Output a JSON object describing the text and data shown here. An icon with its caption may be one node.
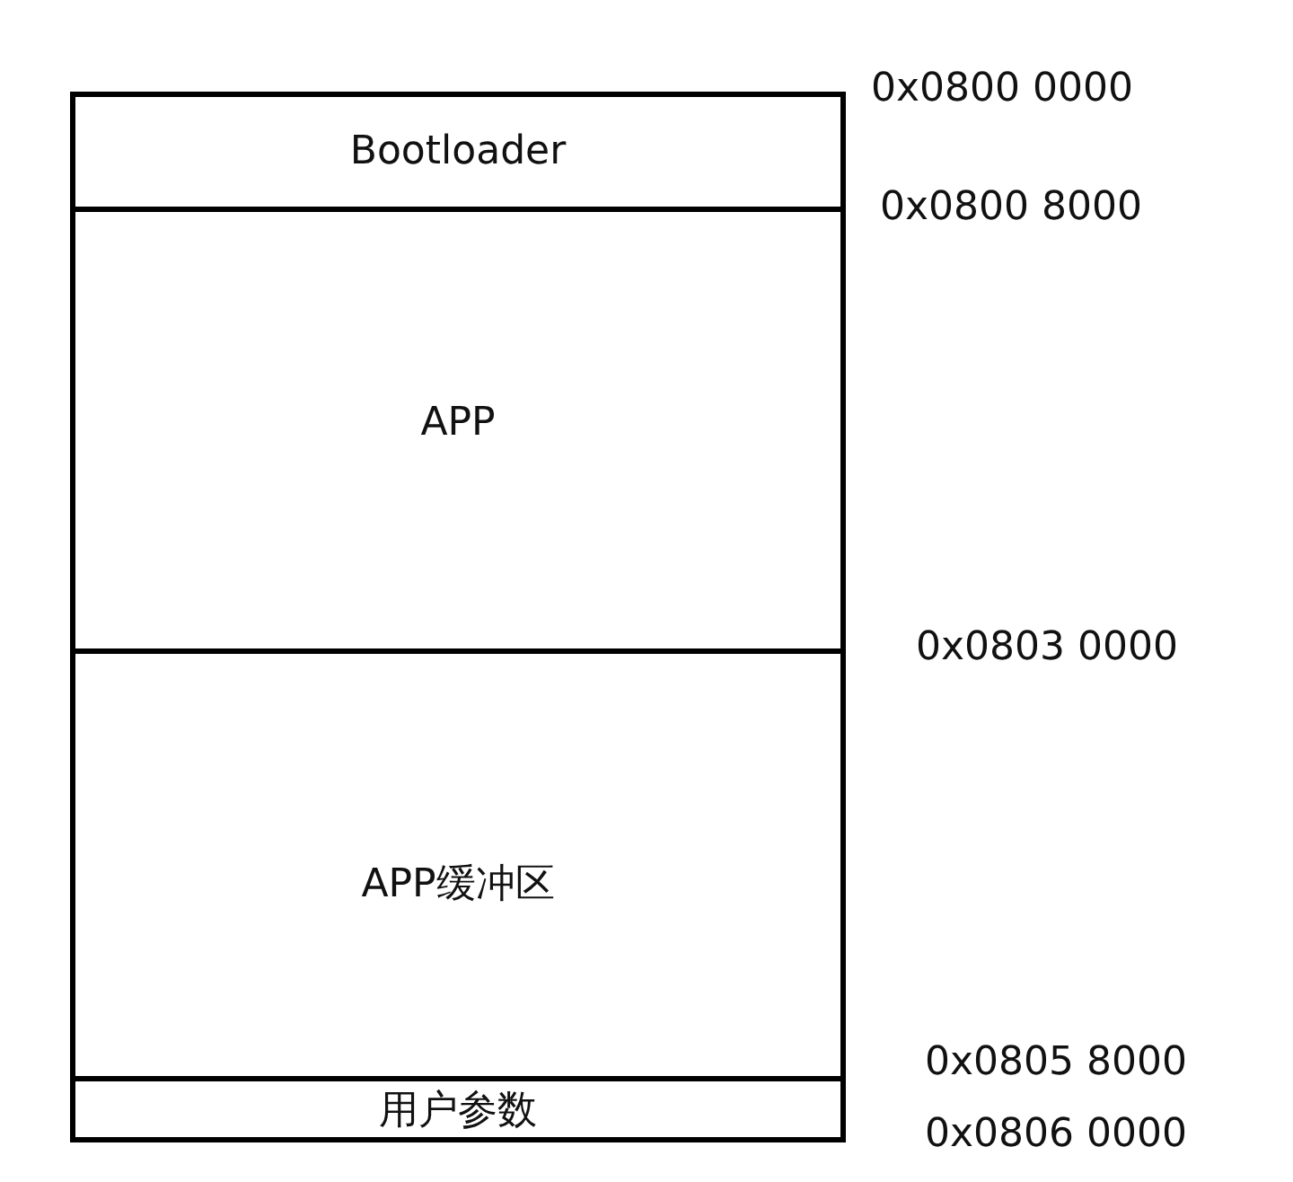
{
  "diagram": {
    "nodes": [
      {
        "text": [
          "Bootloader"
        ]
      },
      {
        "text": [
          "APP"
        ]
      },
      {
        "text": [
          "APP缓冲区"
        ]
      },
      {
        "text": [
          "用户参数"
        ]
      }
    ],
    "labels": [
      "0x0800 0000",
      "0x0800 8000",
      "0x0803 0000",
      "0x0805 8000",
      "0x0806 0000"
    ]
  }
}
